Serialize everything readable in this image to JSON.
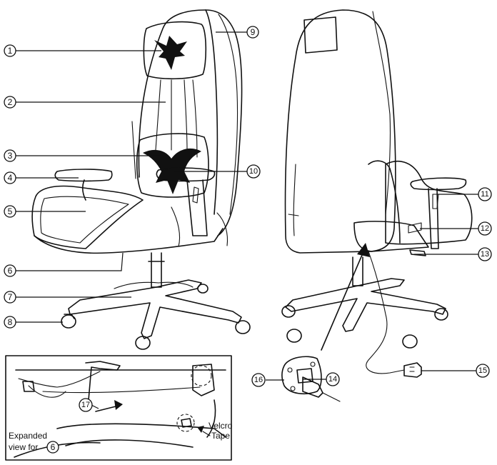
{
  "callouts": [
    {
      "id": "1",
      "label": "1"
    },
    {
      "id": "2",
      "label": "2"
    },
    {
      "id": "3",
      "label": "3"
    },
    {
      "id": "4",
      "label": "4"
    },
    {
      "id": "5",
      "label": "5"
    },
    {
      "id": "6",
      "label": "6"
    },
    {
      "id": "7",
      "label": "7"
    },
    {
      "id": "8",
      "label": "8"
    },
    {
      "id": "9",
      "label": "9"
    },
    {
      "id": "10",
      "label": "10"
    },
    {
      "id": "11",
      "label": "11"
    },
    {
      "id": "12",
      "label": "12"
    },
    {
      "id": "13",
      "label": "13"
    },
    {
      "id": "14",
      "label": "14"
    },
    {
      "id": "15",
      "label": "15"
    },
    {
      "id": "16",
      "label": "16"
    },
    {
      "id": "17",
      "label": "17"
    }
  ],
  "inset": {
    "velcro_line1": "Velcro",
    "velcro_line2": "Tape",
    "expanded_line1": "Expanded",
    "expanded_line2": "view for",
    "expanded_ref": "6"
  }
}
